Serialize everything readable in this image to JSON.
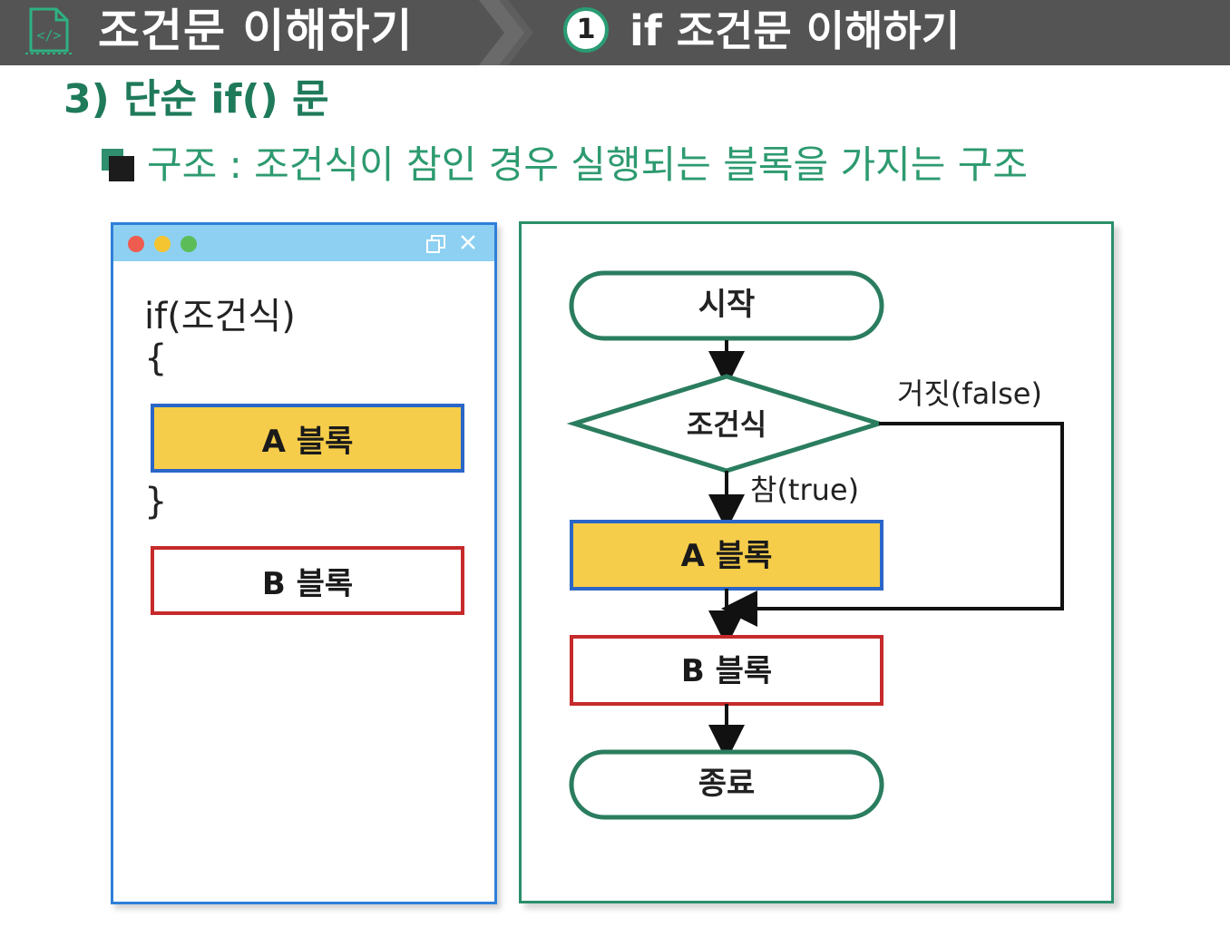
{
  "header": {
    "title": "조건문 이해하기",
    "step_number": "1",
    "subtitle": "if 조건문 이해하기",
    "file_icon_label": "</>"
  },
  "section": {
    "heading": "3) 단순 if() 문",
    "bullet": "구조 : 조건식이 참인 경우 실행되는 블록을 가지는 구조"
  },
  "code_window": {
    "line_if": "if(조건식)",
    "open_brace": "{",
    "block_a": "A 블록",
    "close_brace": "}",
    "block_b": "B 블록"
  },
  "flowchart": {
    "start": "시작",
    "condition": "조건식",
    "false_label": "거짓(false)",
    "true_label": "참(true)",
    "block_a": "A 블록",
    "block_b": "B 블록",
    "end": "종료"
  },
  "colors": {
    "header_bg": "#545454",
    "accent_green": "#2a8f6a",
    "block_a_fill": "#f6cd4a",
    "block_a_border": "#2a66c7",
    "block_b_border": "#c62a2a",
    "window_titlebar": "#8ed0f2"
  }
}
